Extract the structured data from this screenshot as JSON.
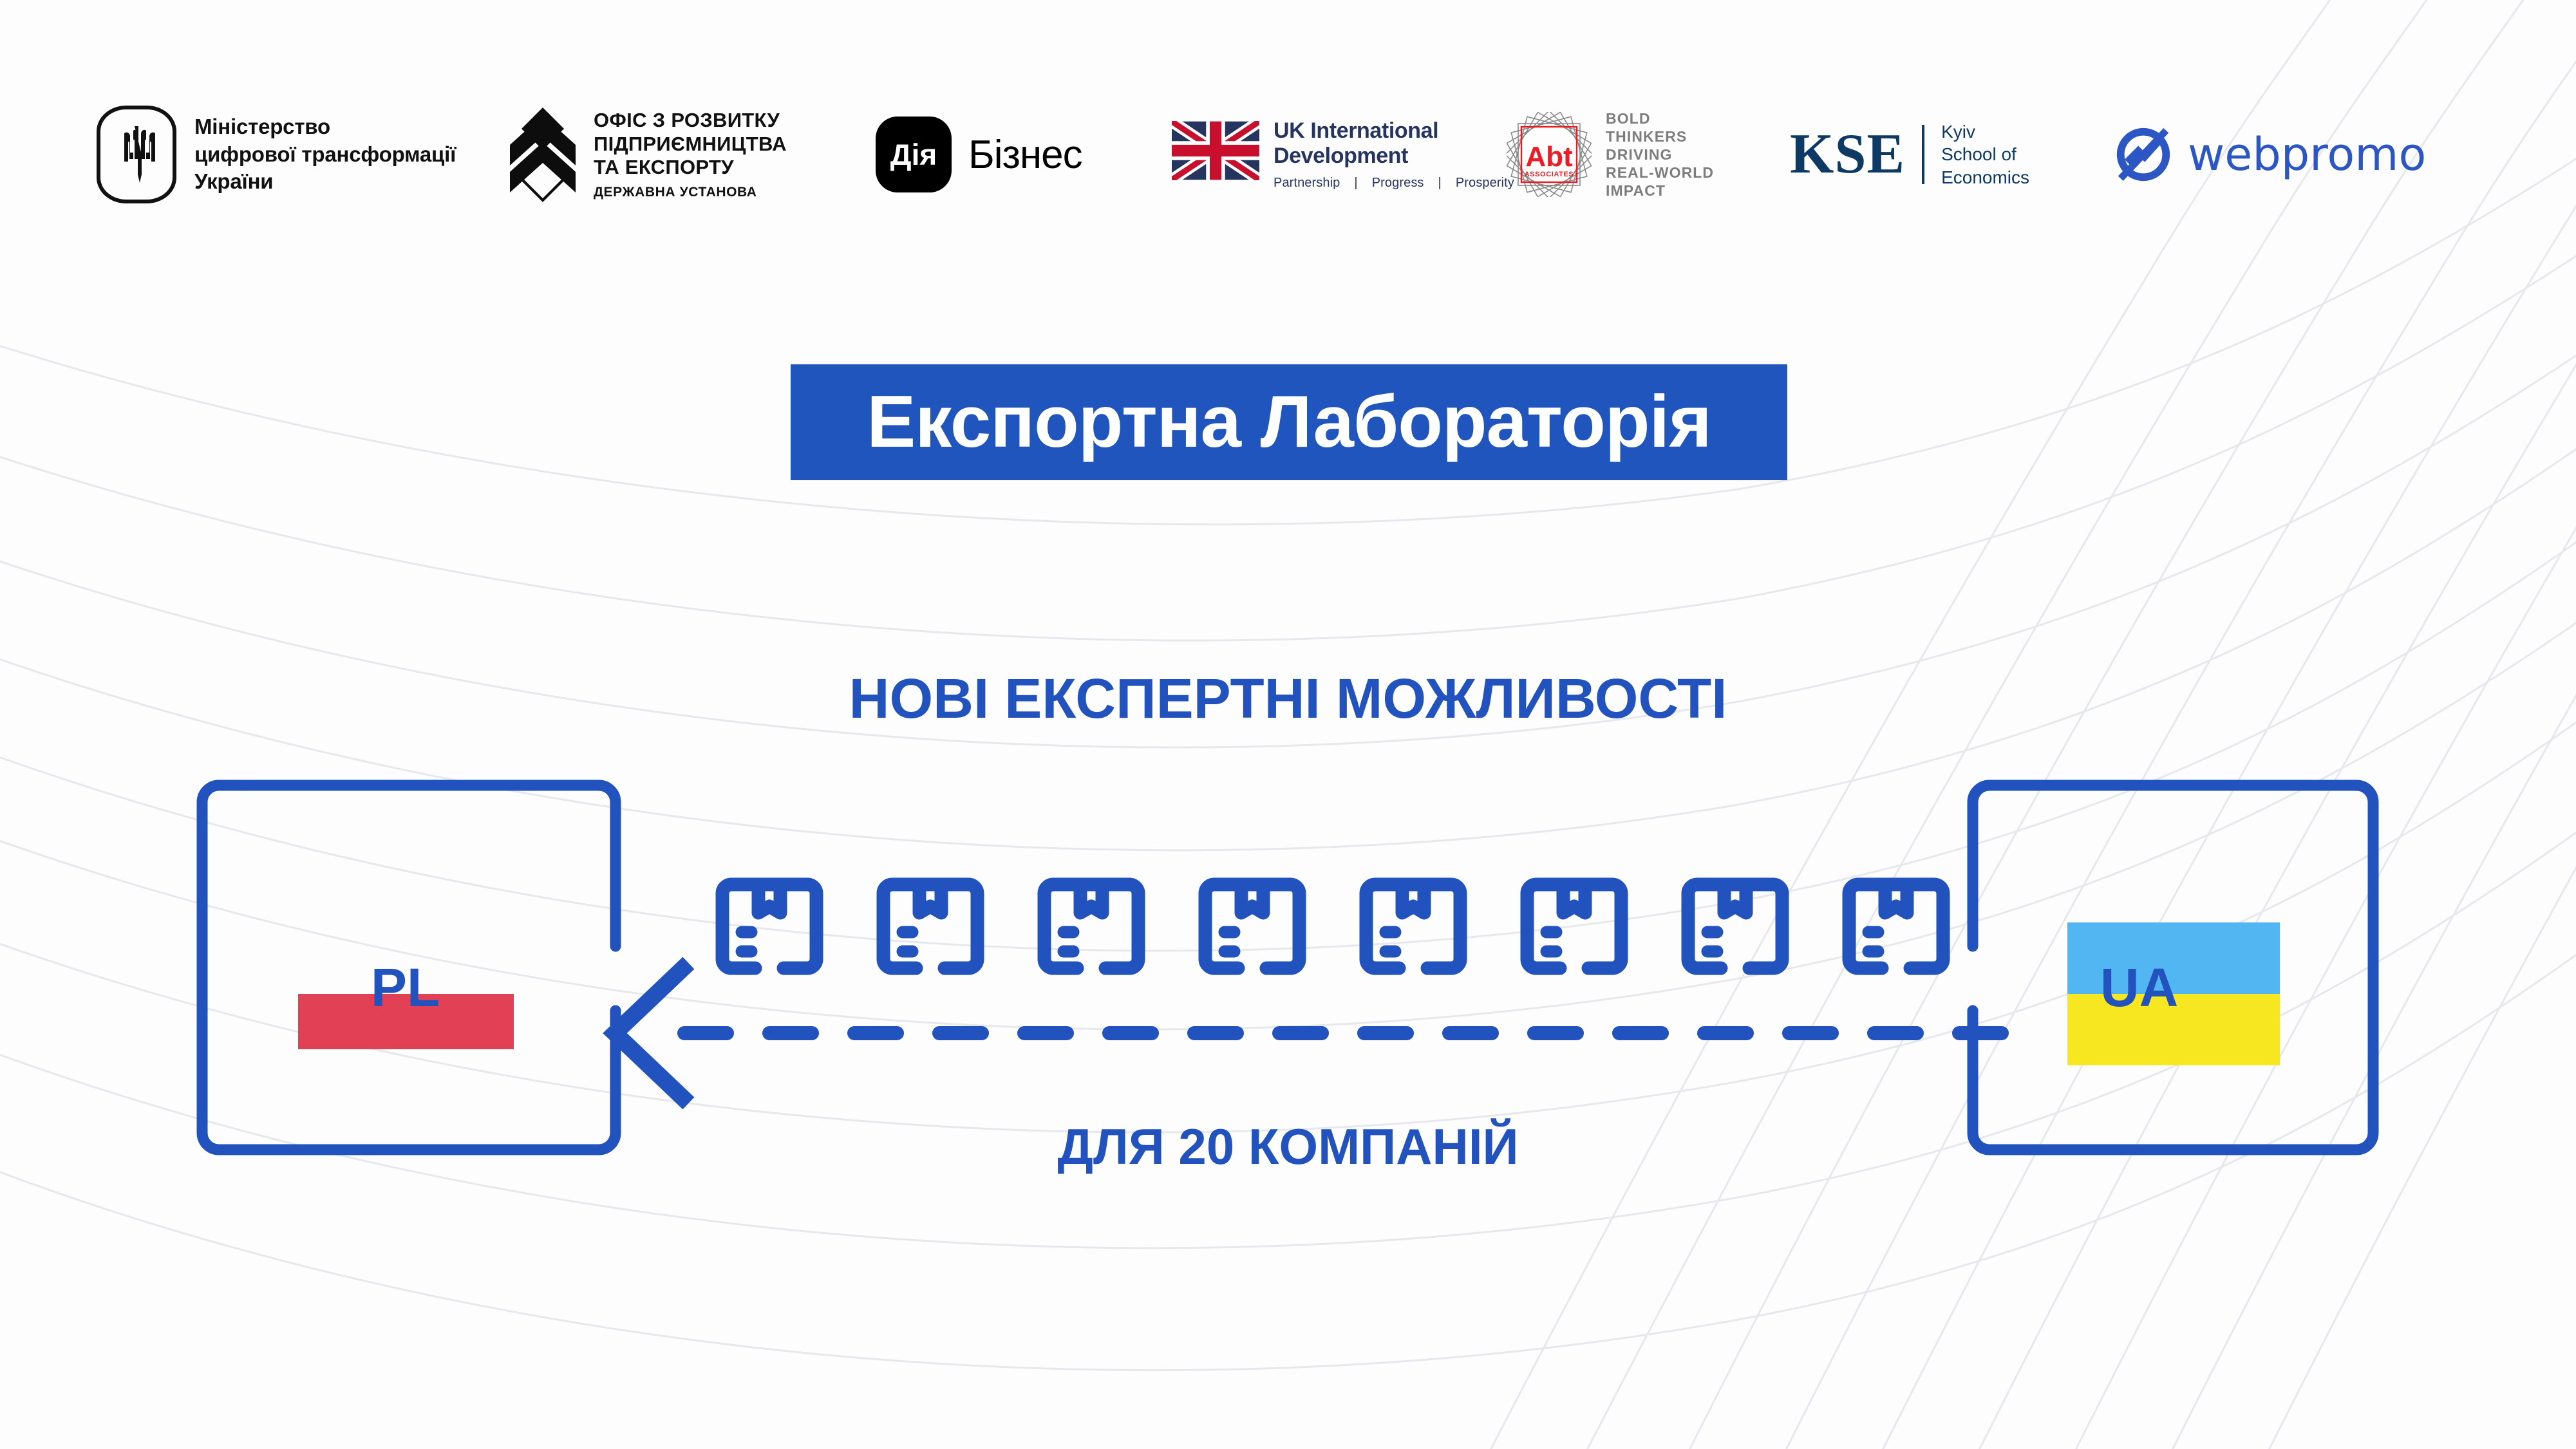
{
  "theme": {
    "brand_blue": "#2152bd",
    "banner_blue": "#1f55bd",
    "poland_red": "#e24055",
    "ukraine_blue": "#51b6f2",
    "ukraine_yellow": "#f7e720",
    "background": "#ffffff",
    "swoosh_line": "#e4e6ec"
  },
  "logos": {
    "ministry": {
      "name": "ministry-of-digital-transformation",
      "icon": "ukrainian-trident-icon",
      "line1": "Міністерство",
      "line2": "цифрової трансформації",
      "line3": "України"
    },
    "export_office": {
      "name": "entrepreneurship-and-export-promotion-office",
      "icon": "chevron-diamond-icon",
      "line1": "ОФІС З РОЗВИТКУ",
      "line2": "ПІДПРИЄМНИЦТВА",
      "line3": "ТА ЕКСПОРТУ",
      "subtitle": "ДЕРЖАВНА УСТАНОВА"
    },
    "diia": {
      "name": "diia-business",
      "badge": "Дія",
      "word": "Бізнес"
    },
    "uk_intl_dev": {
      "name": "uk-international-development",
      "icon": "union-jack-flag-icon",
      "line1": "UK International",
      "line2": "Development",
      "tagline": [
        "Partnership",
        "Progress",
        "Prosperity"
      ],
      "separator": "|"
    },
    "abt": {
      "name": "abt-associates",
      "badge_word": "Abt",
      "badge_sub": "ASSOCIATES",
      "tagline": [
        "BOLD",
        "THINKERS",
        "DRIVING",
        "REAL-WORLD",
        "IMPACT"
      ]
    },
    "kse": {
      "name": "kyiv-school-of-economics",
      "letters": "KSE",
      "line1": "Kyiv",
      "line2": "School of",
      "line3": "Economics"
    },
    "webpromo": {
      "name": "webpromo",
      "icon": "webpromo-circle-chart-icon",
      "word": "webpromo"
    }
  },
  "banner": {
    "title": "Експортна Лабораторія"
  },
  "headline": "НОВІ ЕКСПЕРТНІ МОЖЛИВОСТІ",
  "subline": "ДЛЯ 20 КОМПАНІЙ",
  "diagram": {
    "source_box": {
      "code": "UA",
      "flag": "ukraine-flag-icon",
      "position": "right"
    },
    "target_box": {
      "code": "PL",
      "flag": "poland-flag-icon",
      "position": "left"
    },
    "arrow": {
      "icon": "dashed-arrow-left-icon",
      "direction": "right-to-left",
      "style": "dashed"
    },
    "parcel_icon": "package-box-icon",
    "parcel_count": 8
  }
}
